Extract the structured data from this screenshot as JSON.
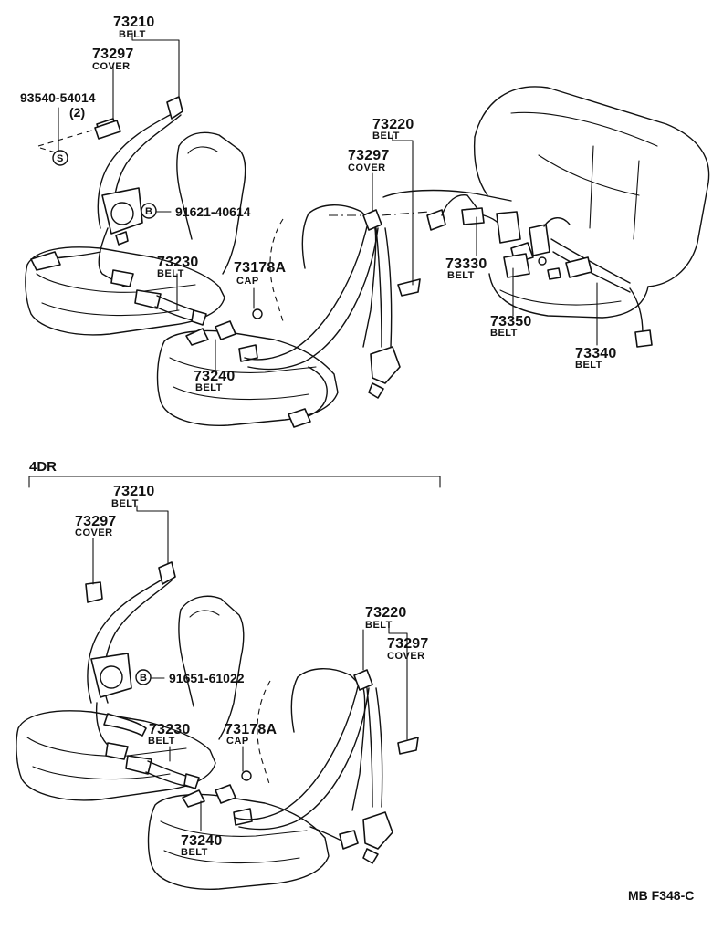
{
  "diagram": {
    "code": "MB F348-C",
    "section_4dr": "4DR",
    "symbols": {
      "s": "S",
      "b": "B"
    },
    "top": {
      "front_belt": {
        "part": "73210",
        "name": "BELT"
      },
      "front_cover": {
        "part": "73297",
        "name": "COVER"
      },
      "screw": {
        "part": "93540-54014",
        "qty": "(2)"
      },
      "bolt": {
        "part": "91621-40614"
      },
      "buckle_belt": {
        "part": "73230",
        "name": "BELT"
      },
      "cap": {
        "part": "73178A",
        "name": "CAP"
      },
      "inner_belt": {
        "part": "73240",
        "name": "BELT"
      },
      "rear_belt": {
        "part": "73220",
        "name": "BELT"
      },
      "rear_cover": {
        "part": "73297",
        "name": "COVER"
      },
      "rear_seat_belt_a": {
        "part": "73330",
        "name": "BELT"
      },
      "rear_seat_belt_b": {
        "part": "73350",
        "name": "BELT"
      },
      "rear_seat_belt_c": {
        "part": "73340",
        "name": "BELT"
      }
    },
    "bottom": {
      "front_belt": {
        "part": "73210",
        "name": "BELT"
      },
      "front_cover": {
        "part": "73297",
        "name": "COVER"
      },
      "bolt": {
        "part": "91651-61022"
      },
      "buckle_belt": {
        "part": "73230",
        "name": "BELT"
      },
      "cap": {
        "part": "73178A",
        "name": "CAP"
      },
      "inner_belt": {
        "part": "73240",
        "name": "BELT"
      },
      "rear_belt": {
        "part": "73220",
        "name": "BELT"
      },
      "rear_cover": {
        "part": "73297",
        "name": "COVER"
      }
    }
  }
}
